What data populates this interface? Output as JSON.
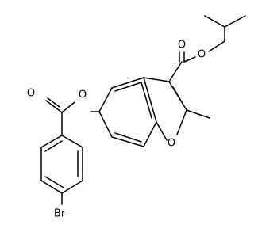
{
  "molecule": {
    "atoms": {
      "o_ester_right": "O",
      "o_carbonyl_right": "O",
      "o_carbonyl_left": "O",
      "o_ester_left": "O",
      "o_furan": "O",
      "br": "Br"
    },
    "colors": {
      "bond": "#000000",
      "label": "#000000",
      "background": "#ffffff"
    }
  }
}
